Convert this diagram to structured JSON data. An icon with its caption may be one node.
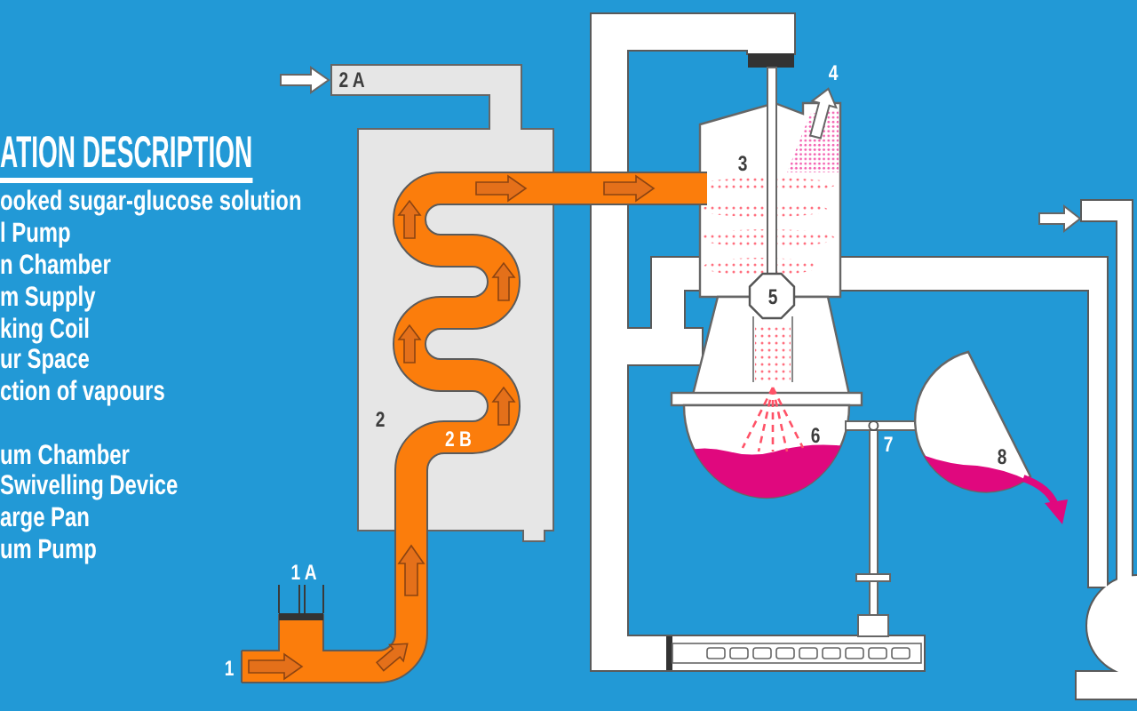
{
  "diagram": {
    "title": "ATION DESCRIPTION",
    "labels": [
      "ooked sugar-glucose solution",
      "l Pump",
      "n Chamber",
      "m Supply",
      "king Coil",
      "ur Space",
      "ction of vapours",
      "um Chamber",
      "Swivelling Device",
      "arge Pan",
      "um Pump",
      "1",
      "1 A",
      "2",
      "2 A",
      "2 B",
      "3",
      "4",
      "5",
      "6",
      "7",
      "8"
    ]
  }
}
